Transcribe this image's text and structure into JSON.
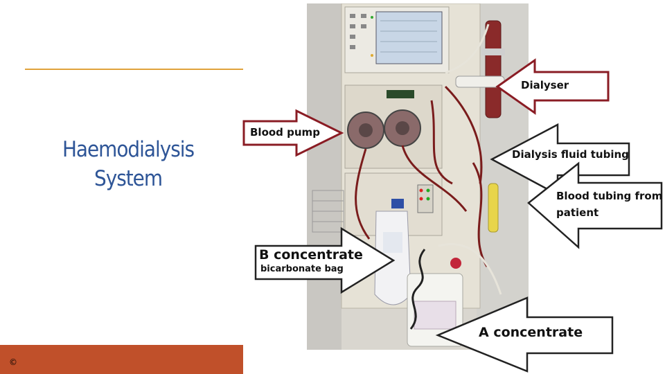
{
  "slide": {
    "title": "Haemodialysis System",
    "title_line1": "Haemodialysis",
    "title_line2": "System",
    "copyright": "©",
    "accent_color": "#e0a23a",
    "footer_color": "#c0502a",
    "title_color": "#2e5597"
  },
  "callouts": {
    "dialyser": "Dialyser",
    "blood_pump": "Blood pump",
    "dialysis_fluid_tubing": "Dialysis fluid tubing",
    "blood_tubing_line1": "Blood tubing from",
    "blood_tubing_line2": "patient",
    "b_concentrate": "B concentrate",
    "b_concentrate_sub": "bicarbonate bag",
    "a_concentrate": "A concentrate"
  }
}
